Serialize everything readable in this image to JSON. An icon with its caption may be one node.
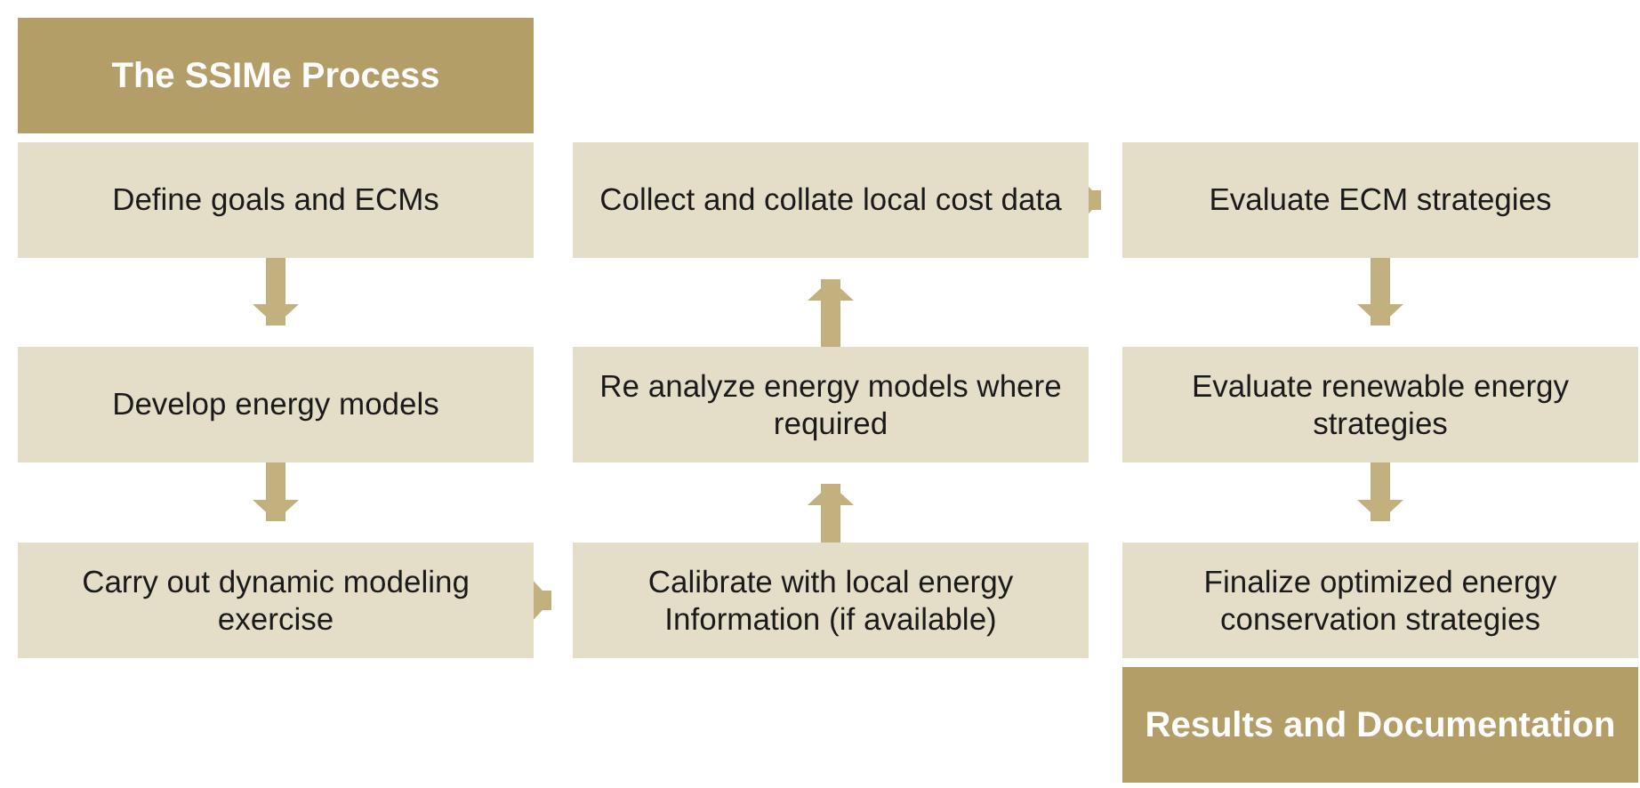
{
  "diagram": {
    "nodes": [
      {
        "text": [
          "The SSIMe Process"
        ]
      },
      {
        "text": [
          "Define goals and ECMs"
        ]
      },
      {
        "text": [
          "Develop energy models"
        ]
      },
      {
        "text": [
          "Carry out dynamic modeling exercise"
        ]
      },
      {
        "text": [
          "Calibrate with local energy Information (if available)"
        ]
      },
      {
        "text": [
          "Re analyze energy models where required"
        ]
      },
      {
        "text": [
          "Collect and collate local cost data"
        ]
      },
      {
        "text": [
          "Evaluate ECM strategies"
        ]
      },
      {
        "text": [
          "Evaluate renewable energy strategies"
        ]
      },
      {
        "text": [
          "Finalize optimized energy conservation strategies"
        ]
      },
      {
        "text": [
          "Results and Documentation"
        ]
      }
    ],
    "edges": [
      {
        "from": 1,
        "to": 2,
        "arrow": "to"
      },
      {
        "from": 2,
        "to": 3,
        "arrow": "to"
      },
      {
        "from": 3,
        "to": 4,
        "arrow": "to"
      },
      {
        "from": 4,
        "to": 5,
        "arrow": "to"
      },
      {
        "from": 5,
        "to": 6,
        "arrow": "to"
      },
      {
        "from": 6,
        "to": 7,
        "arrow": "to"
      },
      {
        "from": 7,
        "to": 8,
        "arrow": "to"
      },
      {
        "from": 8,
        "to": 9,
        "arrow": "to"
      }
    ]
  }
}
